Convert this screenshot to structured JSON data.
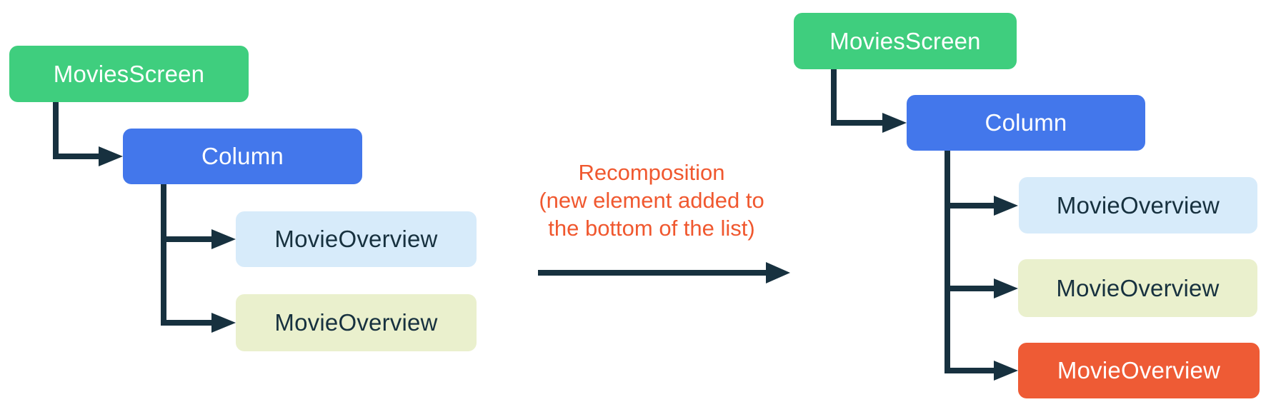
{
  "figure": {
    "annotation": {
      "line1": "Recomposition",
      "line2": "(new element added to",
      "line3": "the bottom of the list)"
    },
    "trees": {
      "left": {
        "nodes": [
          {
            "label": "MoviesScreen",
            "color": "#3FCE7E"
          },
          {
            "label": "Column",
            "color": "#4377EB"
          },
          {
            "label": "MovieOverview",
            "color": "#D7EBFA"
          },
          {
            "label": "MovieOverview",
            "color": "#EAF0CD"
          }
        ]
      },
      "right": {
        "nodes": [
          {
            "label": "MoviesScreen",
            "color": "#3FCE7E"
          },
          {
            "label": "Column",
            "color": "#4377EB"
          },
          {
            "label": "MovieOverview",
            "color": "#D7EBFA"
          },
          {
            "label": "MovieOverview",
            "color": "#EAF0CD"
          },
          {
            "label": "MovieOverview",
            "color": "#EE5B35"
          }
        ]
      }
    },
    "colors": {
      "background": "#FFFFFF",
      "connector": "#17313F",
      "annotation_text": "#F0582F",
      "dark_label": "#17313F",
      "light_label": "#FFFFFF"
    }
  }
}
